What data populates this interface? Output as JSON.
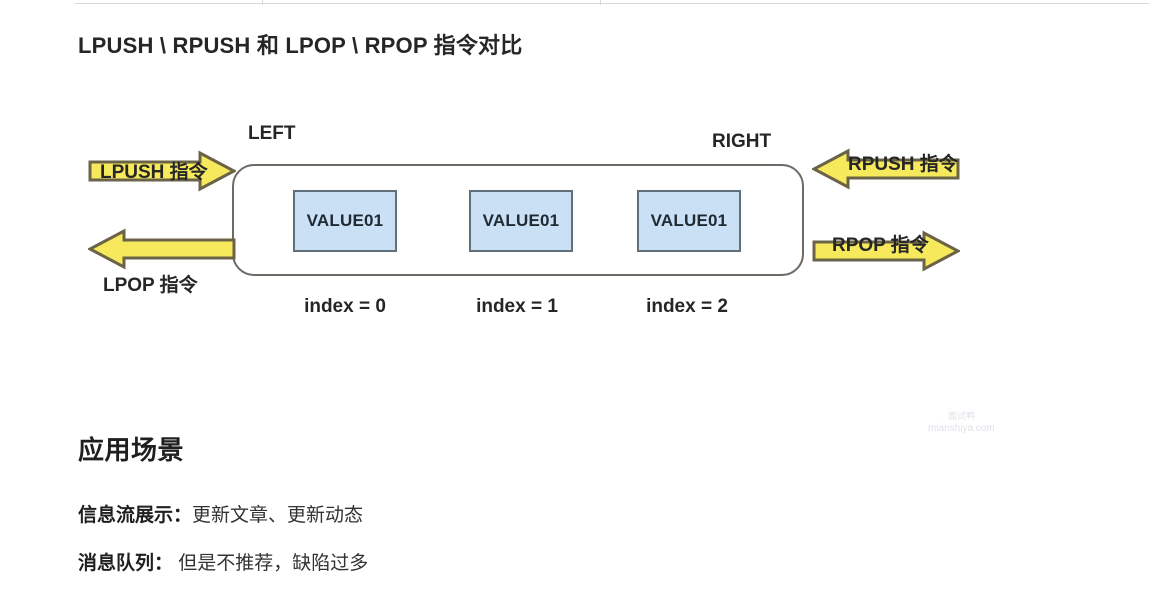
{
  "page": {
    "title": "LPUSH \\ RPUSH 和 LPOP \\ RPOP 指令对比"
  },
  "diagram": {
    "left_label": "LEFT",
    "right_label": "RIGHT",
    "cells": [
      {
        "value": "VALUE01",
        "index_label": "index = 0"
      },
      {
        "value": "VALUE01",
        "index_label": "index = 1"
      },
      {
        "value": "VALUE01",
        "index_label": "index = 2"
      }
    ],
    "arrows": [
      {
        "caption": "LPUSH 指令",
        "direction": "right",
        "side": "left"
      },
      {
        "caption": "LPOP 指令",
        "direction": "left",
        "side": "left"
      },
      {
        "caption": "RPUSH 指令",
        "direction": "left",
        "side": "right"
      },
      {
        "caption": "RPOP 指令",
        "direction": "right",
        "side": "right"
      }
    ],
    "colors": {
      "arrow_fill": "#f6e95b",
      "arrow_stroke": "#6b6347",
      "cell_fill": "#c9e0f5",
      "cell_stroke": "#616f7a",
      "container_stroke": "#6d6a66"
    }
  },
  "watermark": {
    "brand": "面试鸭",
    "url": "mianshiya.com"
  },
  "scenarios": {
    "heading": "应用场景",
    "items": [
      {
        "lead": "信息流展示：",
        "rest": "更新文章、更新动态"
      },
      {
        "lead": "消息队列：",
        "rest": " 但是不推荐，缺陷过多"
      }
    ]
  }
}
